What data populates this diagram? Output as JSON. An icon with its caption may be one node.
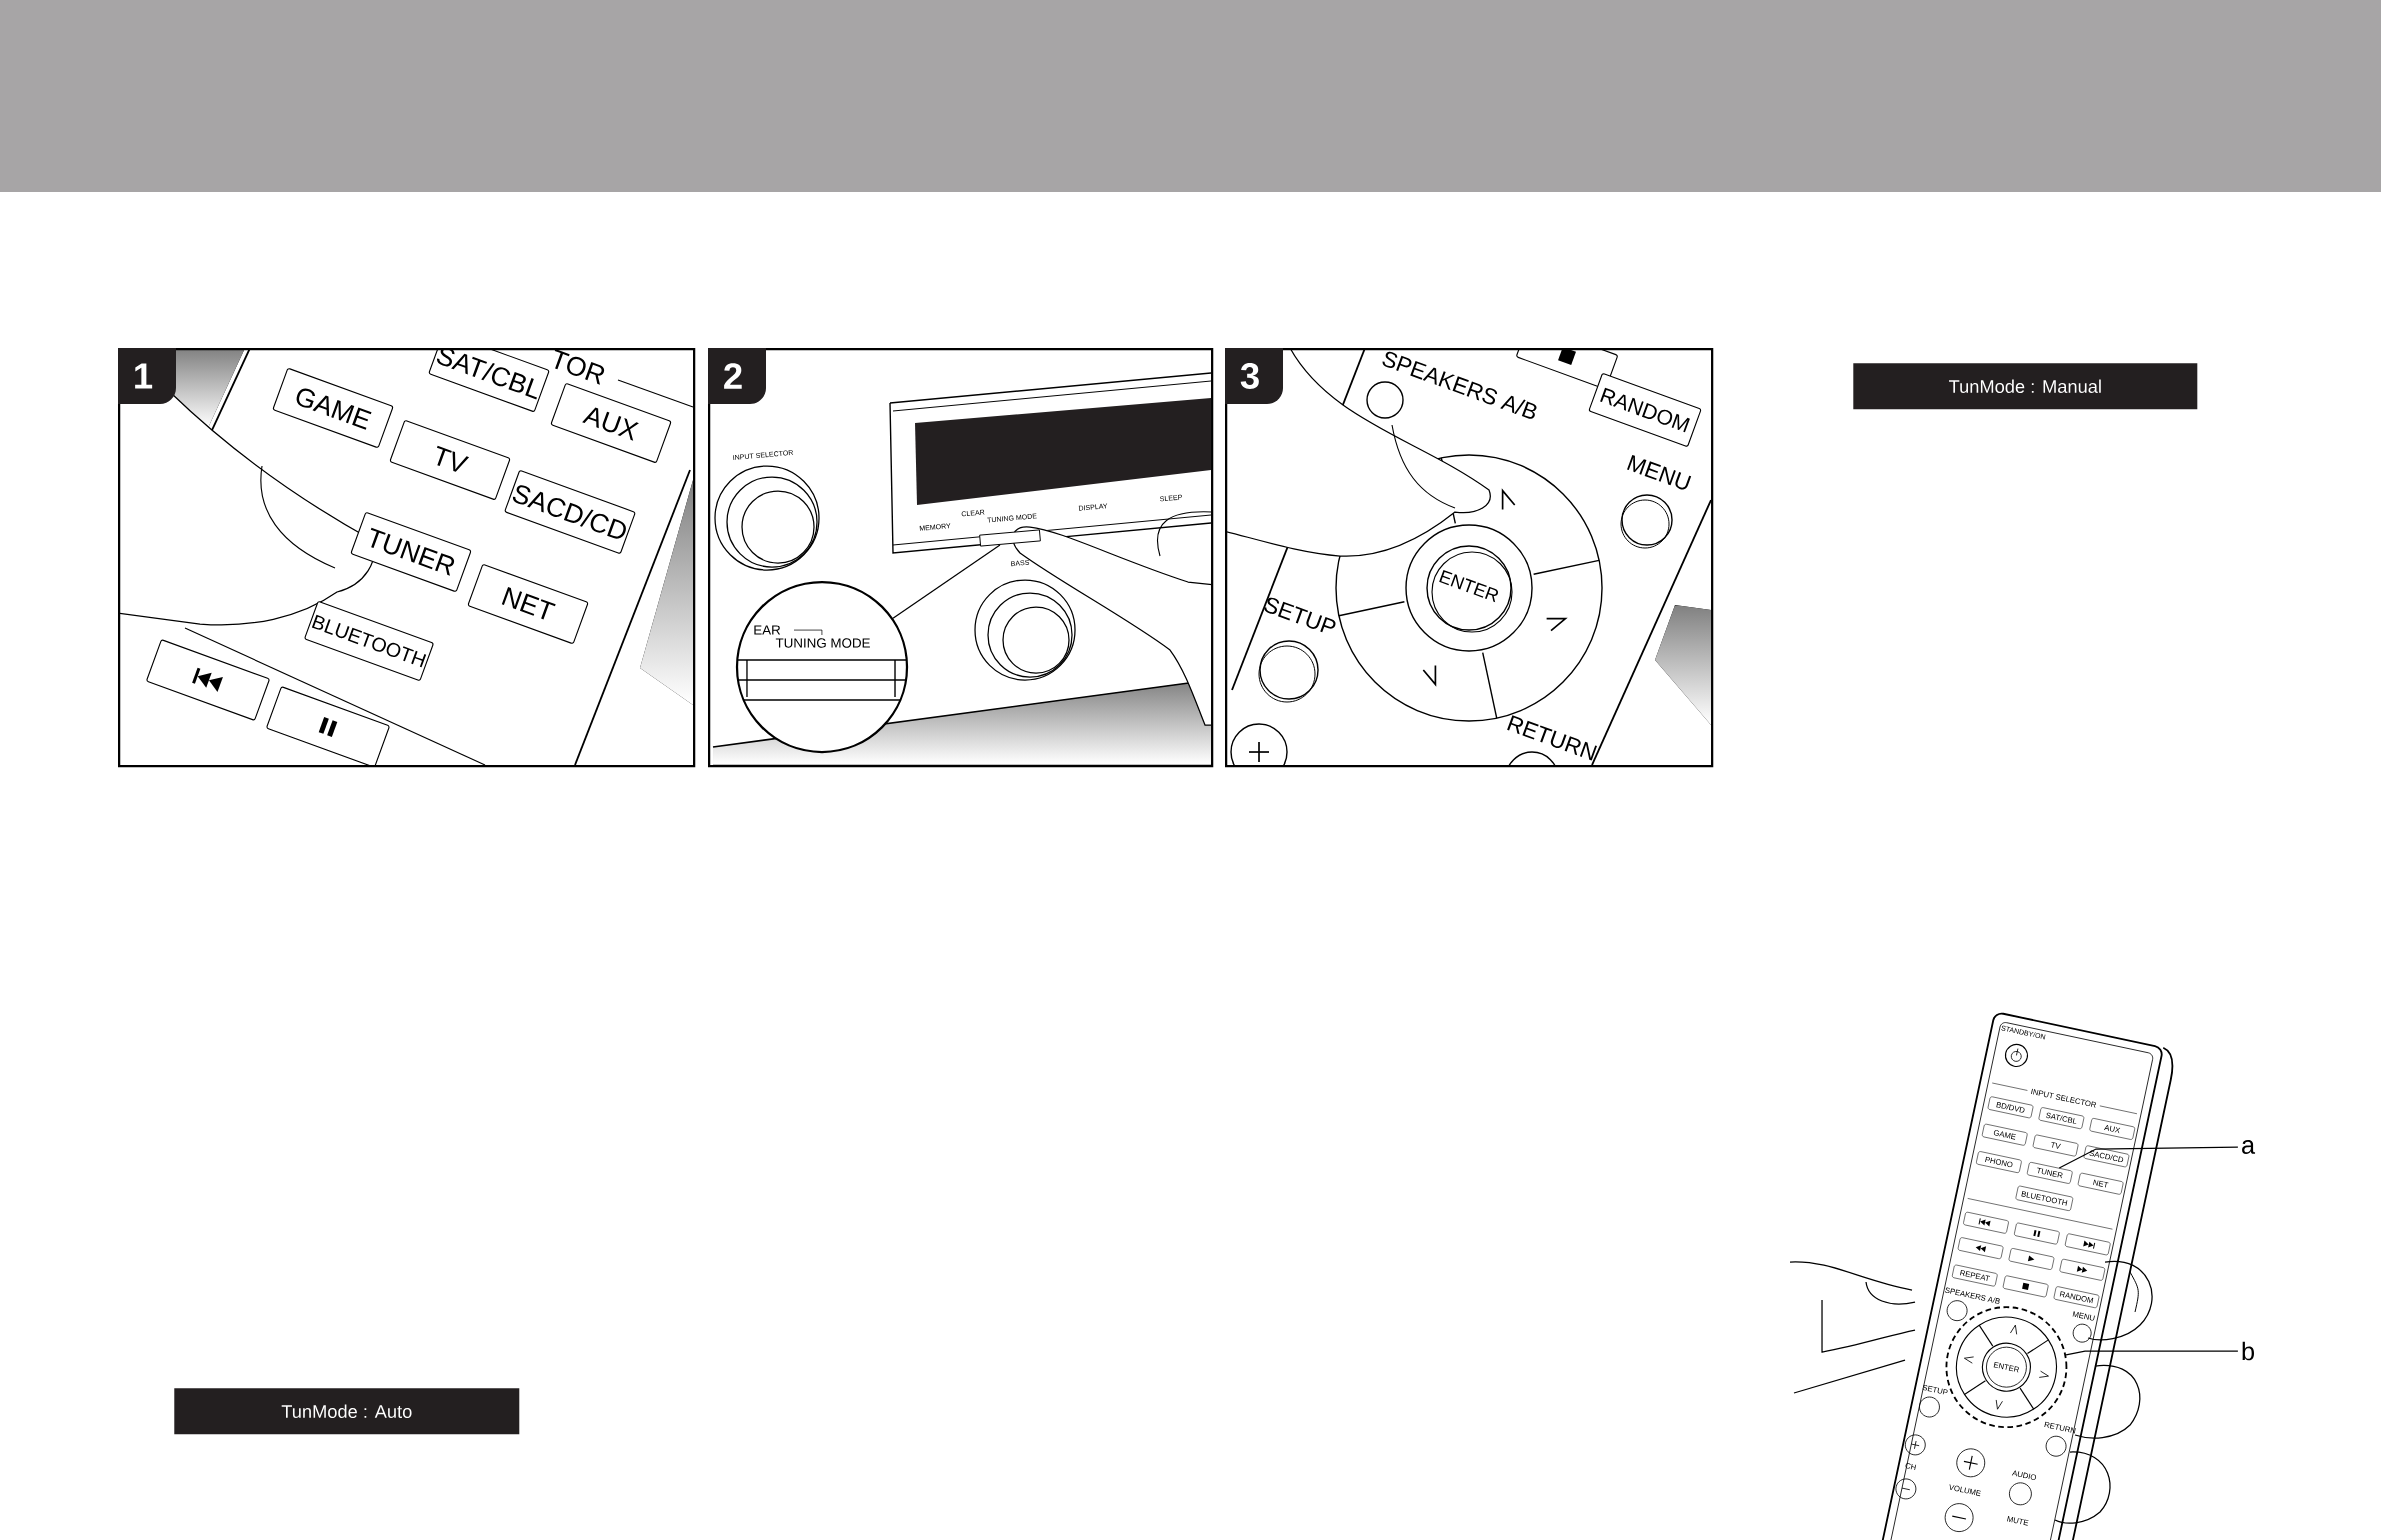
{
  "diagram": {
    "nodes": [
      {
        "text": [
          "1"
        ]
      },
      {
        "text": [
          "2"
        ]
      },
      {
        "text": [
          "EAR",
          "TUNING MODE"
        ],
        "in": 1
      },
      {
        "text": [
          "3"
        ]
      },
      {
        "text": [
          "TunMode : Manual"
        ]
      },
      {
        "text": [
          "a"
        ]
      },
      {
        "text": [
          "TUNER"
        ]
      },
      {
        "text": [
          "b"
        ]
      },
      {
        "text": [],
        "shape": "circle"
      },
      {
        "text": [
          "TunMode : Auto"
        ]
      },
      {
        "text": [],
        "shape": "box",
        "in": 1
      }
    ],
    "edges": [
      {
        "from": 2,
        "to": 10,
        "arrow": "none"
      },
      {
        "from": 5,
        "to": 6,
        "arrow": "none"
      },
      {
        "from": 7,
        "to": 8,
        "arrow": "none"
      }
    ],
    "labels": [
      "TOR",
      "SAT/CBL",
      "GAME",
      "AUX",
      "TV",
      "SACD/CD",
      "TUNER",
      "NET",
      "BLUETOOTH",
      "INPUT SELECTOR",
      "CLEAR",
      "MEMORY",
      "TUNING MODE",
      "DISPLAY",
      "SLEEP",
      "BASS",
      "SPEAKERS A/B",
      "RANDOM",
      "MENU",
      "ENTER",
      "SETUP",
      "RETURN",
      "STANDBY/ON",
      "INPUT SELECTOR",
      "BD/DVD",
      "SAT/CBL",
      "AUX",
      "GAME",
      "TV",
      "SACD/CD",
      "PHONO",
      "NET",
      "BLUETOOTH",
      "REPEAT",
      "RANDOM",
      "SPEAKERS A/B",
      "MENU",
      "ENTER",
      "SETUP",
      "RETURN",
      "CH",
      "VOLUME",
      "AUDIO",
      "MUTE"
    ]
  }
}
